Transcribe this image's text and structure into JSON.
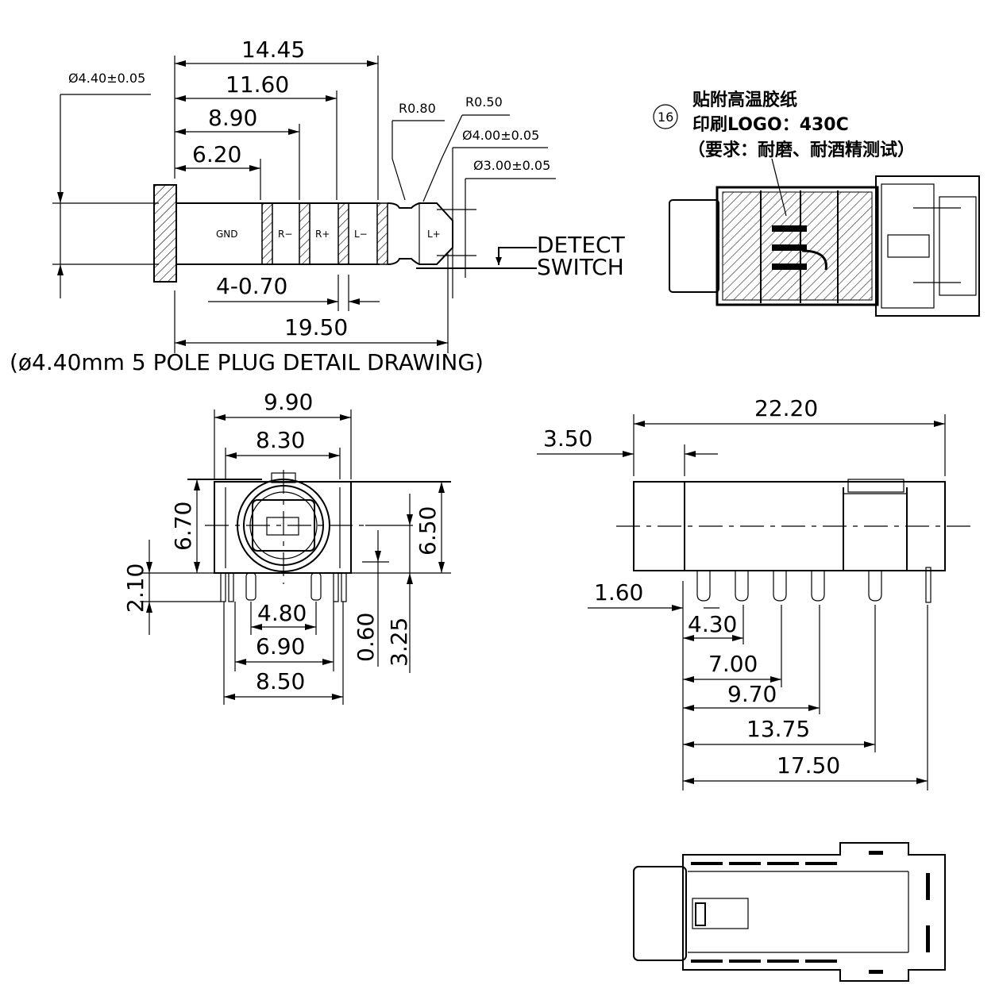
{
  "plug": {
    "dims_top": [
      "14.45",
      "11.60",
      "8.90",
      "6.20"
    ],
    "dia_main": "Ø4.40±0.05",
    "r1": "R0.80",
    "r2": "R0.50",
    "dia_tip": "Ø4.00±0.05",
    "dia_neck": "Ø3.00±0.05",
    "segments": [
      "GND",
      "R−",
      "R+",
      "L−",
      "L+"
    ],
    "ring_width": "4-0.70",
    "total": "19.50",
    "detect": [
      "DETECT",
      "SWITCH"
    ],
    "caption": "(ø4.40mm 5 POLE PLUG DETAIL DRAWING)"
  },
  "note": {
    "number": "16",
    "line1": "贴附高温胶纸",
    "line2": "印刷LOGO：430C",
    "line3": "（要求：耐磨、耐酒精测试）"
  },
  "front": {
    "w1": "9.90",
    "w2": "8.30",
    "h_left": "6.70",
    "h_right": "6.50",
    "pin_h": "2.10",
    "b1": "4.80",
    "b2": "6.90",
    "b3": "8.50",
    "v1": "0.60",
    "v2": "3.25"
  },
  "side": {
    "total": "22.20",
    "offset": "3.50",
    "pin_offset": "1.60",
    "pitches": [
      "4.30",
      "7.00",
      "9.70",
      "13.75",
      "17.50"
    ]
  }
}
